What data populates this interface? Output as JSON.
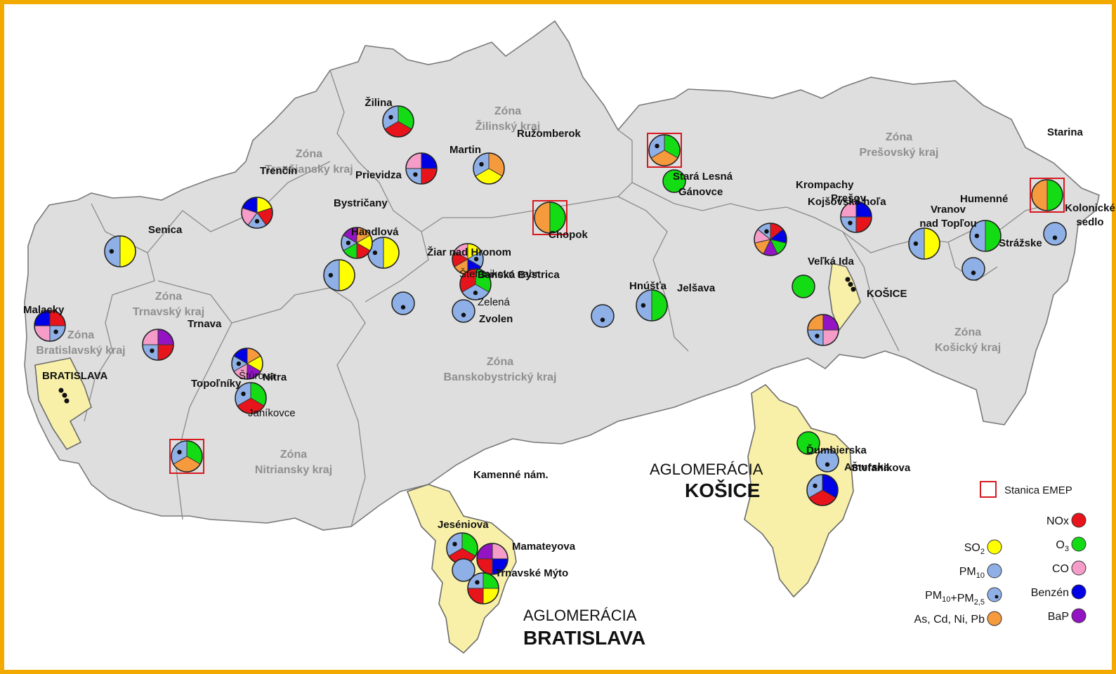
{
  "colors": {
    "SO2": "#ffff00",
    "PM10": "#8fb0e6",
    "PM10PM25": "#8fb0e6",
    "AsCdNiPb": "#f59a3d",
    "NOx": "#e8141b",
    "O3": "#14dc14",
    "CO": "#f59cc8",
    "Benzen": "#0000e6",
    "BaP": "#9314c2",
    "emep": "#d71920",
    "frame": "#f2a900"
  },
  "zones": [
    {
      "id": "zilinsky",
      "lines": [
        "Zóna",
        "Žilinský kraj"
      ]
    },
    {
      "id": "trenciansky",
      "lines": [
        "Zóna",
        "Trenčiansky kraj"
      ]
    },
    {
      "id": "trnavsky",
      "lines": [
        "Zóna",
        "Trnavský kraj"
      ]
    },
    {
      "id": "bratislavsky",
      "lines": [
        "Zóna",
        "Bratislavský kraj"
      ]
    },
    {
      "id": "nitriansky",
      "lines": [
        "Zóna",
        "Nitriansky kraj"
      ]
    },
    {
      "id": "banskobystricky",
      "lines": [
        "Zóna",
        "Banskobystrický kraj"
      ]
    },
    {
      "id": "presovsky",
      "lines": [
        "Zóna",
        "Prešovský  kraj"
      ]
    },
    {
      "id": "kosicky",
      "lines": [
        "Zóna",
        "Košický kraj"
      ]
    }
  ],
  "stations": [
    {
      "name": "Žilina",
      "slices": [
        "O3",
        "NOx",
        "PM10PM25"
      ],
      "emep": false
    },
    {
      "name": "Martin",
      "slices": [
        "Benzen",
        "NOx",
        "PM10PM25",
        "CO"
      ],
      "emep": false
    },
    {
      "name": "Ružomberok",
      "slices": [
        "AsCdNiPb",
        "SO2",
        "PM10PM25"
      ],
      "emep": false
    },
    {
      "name": "Chopok",
      "slices": [
        "O3",
        "AsCdNiPb"
      ],
      "emep": true
    },
    {
      "name": "Stará Lesná",
      "slices": [
        "O3",
        "AsCdNiPb",
        "PM10PM25"
      ],
      "emep": true
    },
    {
      "name": "Gánovce",
      "slices": [
        "O3"
      ],
      "emep": false
    },
    {
      "name": "Prešov",
      "slices": [
        "Benzen",
        "NOx",
        "PM10PM25",
        "CO"
      ],
      "emep": false
    },
    {
      "name": "Starina",
      "slices": [
        "O3",
        "AsCdNiPb"
      ],
      "emep": true
    },
    {
      "name": "Humenné",
      "slices": [
        "O3",
        "PM10PM25"
      ],
      "emep": false
    },
    {
      "name": "Kolonické sedlo",
      "slices": [
        "PM10PM25"
      ],
      "emep": false
    },
    {
      "name": "Vranov nad Topľou",
      "slices": [
        "SO2",
        "PM10PM25"
      ],
      "emep": false
    },
    {
      "name": "Strážske",
      "slices": [
        "PM10PM25"
      ],
      "emep": false
    },
    {
      "name": "Krompachy",
      "slices": [
        "NOx",
        "Benzen",
        "O3",
        "BaP",
        "AsCdNiPb",
        "CO",
        "PM10PM25"
      ],
      "emep": false
    },
    {
      "name": "Kojšovská hoľa",
      "slices": [
        "O3"
      ],
      "emep": false
    },
    {
      "name": "Veľká Ida",
      "slices": [
        "BaP",
        "CO",
        "PM10PM25",
        "AsCdNiPb"
      ],
      "emep": false
    },
    {
      "name": "KOŠICE",
      "slices": [],
      "emep": false
    },
    {
      "name": "Jelšava",
      "slices": [
        "O3",
        "PM10PM25"
      ],
      "emep": false
    },
    {
      "name": "Hnúšťa",
      "slices": [
        "PM10PM25"
      ],
      "emep": false
    },
    {
      "name": "Štefánikovo nabr.",
      "slices": [
        "SO2",
        "PM10PM25",
        "Benzen",
        "AsCdNiPb",
        "NOx",
        "CO"
      ],
      "emep": false
    },
    {
      "name": "Banská Bystrica",
      "slices": [],
      "emep": false
    },
    {
      "name": "Zelená",
      "slices": [
        "O3",
        "PM10PM25",
        "NOx"
      ],
      "emep": false
    },
    {
      "name": "Zvolen",
      "slices": [
        "PM10PM25"
      ],
      "emep": false
    },
    {
      "name": "Žiar nad Hronom",
      "slices": [
        "PM10PM25"
      ],
      "emep": false
    },
    {
      "name": "Handlová",
      "slices": [
        "SO2",
        "PM10PM25"
      ],
      "emep": false
    },
    {
      "name": "Prievidza",
      "slices": [
        "AsCdNiPb",
        "SO2",
        "NOx",
        "O3",
        "PM10PM25",
        "BaP"
      ],
      "emep": false
    },
    {
      "name": "Bystričany",
      "slices": [
        "SO2",
        "PM10PM25"
      ],
      "emep": false
    },
    {
      "name": "Trenčín",
      "slices": [
        "SO2",
        "NOx",
        "PM10PM25",
        "CO",
        "Benzen"
      ],
      "emep": false
    },
    {
      "name": "Senica",
      "slices": [
        "SO2",
        "PM10PM25"
      ],
      "emep": false
    },
    {
      "name": "Malacky",
      "slices": [
        "NOx",
        "PM10PM25",
        "CO",
        "Benzen"
      ],
      "emep": false
    },
    {
      "name": "Trnava",
      "slices": [
        "BaP",
        "NOx",
        "PM10PM25",
        "CO"
      ],
      "emep": false
    },
    {
      "name": "BRATISLAVA",
      "slices": [],
      "emep": false
    },
    {
      "name": "Štúrova",
      "slices": [
        "AsCdNiPb",
        "SO2",
        "BaP",
        "CO",
        "PM10PM25",
        "Benzen"
      ],
      "emep": false
    },
    {
      "name": "Nitra",
      "slices": [],
      "emep": false
    },
    {
      "name": "Janíkovce",
      "slices": [
        "O3",
        "NOx",
        "PM10PM25"
      ],
      "emep": false
    },
    {
      "name": "Topoľníky",
      "slices": [
        "O3",
        "AsCdNiPb",
        "PM10PM25"
      ],
      "emep": true
    },
    {
      "name": "Ďumbierska",
      "slices": [
        "O3"
      ],
      "emep": false
    },
    {
      "name": "Amurska",
      "slices": [
        "PM10PM25"
      ],
      "emep": false
    },
    {
      "name": "Štefanikova",
      "slices": [
        "Benzen",
        "NOx",
        "PM10PM25"
      ],
      "emep": false
    },
    {
      "name": "Jeséniova",
      "slices": [
        "O3",
        "NOx",
        "PM10PM25"
      ],
      "emep": false
    },
    {
      "name": "Trnavské Mýto",
      "slices": [
        "CO",
        "Benzen",
        "NOx",
        "BaP"
      ],
      "emep": false
    },
    {
      "name": "Kamenné nám.",
      "slices": [
        "PM10"
      ],
      "emep": false
    },
    {
      "name": "Mamateyova",
      "slices": [
        "O3",
        "SO2",
        "NOx",
        "PM10PM25"
      ],
      "emep": false
    }
  ],
  "aglomeracie": {
    "kosice": {
      "line1": "AGLOMERÁCIA",
      "line2": "KOŠICE"
    },
    "bratislava": {
      "line1": "AGLOMERÁCIA",
      "line2": "BRATISLAVA"
    }
  },
  "legend": {
    "emep": "Stanica EMEP",
    "left": [
      {
        "key": "SO2",
        "base": "SO",
        "sub": "2"
      },
      {
        "key": "PM10",
        "base": "PM",
        "sub": "10"
      },
      {
        "key": "PM10PM25",
        "base": "PM",
        "sub": "10",
        "plus": "+PM",
        "sub2": "2,5"
      },
      {
        "key": "AsCdNiPb",
        "base": "As, Cd, Ni, Pb"
      }
    ],
    "right": [
      {
        "key": "NOx",
        "base": "NOx"
      },
      {
        "key": "O3",
        "base": "O",
        "sub": "3"
      },
      {
        "key": "CO",
        "base": "CO"
      },
      {
        "key": "Benzen",
        "base": "Benzén"
      },
      {
        "key": "BaP",
        "base": "BaP"
      }
    ]
  }
}
